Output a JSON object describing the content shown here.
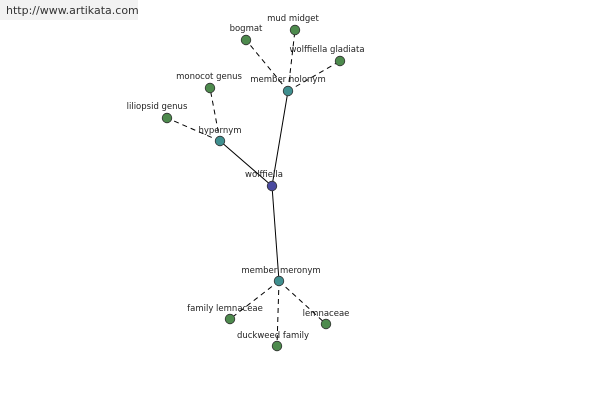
{
  "watermark": "http://www.artikata.com",
  "colors": {
    "root": "#4a4aa0",
    "relation": "#3f8f8f",
    "leaf": "#4d8a4d"
  },
  "nodes": [
    {
      "id": "wolffiella",
      "label": "wolffiella",
      "kind": "root"
    },
    {
      "id": "hypernym",
      "label": "hypernym",
      "kind": "relation"
    },
    {
      "id": "member-holonym",
      "label": "member holonym",
      "kind": "relation"
    },
    {
      "id": "member-meronym",
      "label": "member meronym",
      "kind": "relation"
    },
    {
      "id": "liliopsid-genus",
      "label": "liliopsid genus",
      "kind": "leaf"
    },
    {
      "id": "monocot-genus",
      "label": "monocot genus",
      "kind": "leaf"
    },
    {
      "id": "bogmat",
      "label": "bogmat",
      "kind": "leaf"
    },
    {
      "id": "mud-midget",
      "label": "mud midget",
      "kind": "leaf"
    },
    {
      "id": "wolffiella-gladiata",
      "label": "wolffiella gladiata",
      "kind": "leaf"
    },
    {
      "id": "family-lemnaceae",
      "label": "family lemnaceae",
      "kind": "leaf"
    },
    {
      "id": "duckweed-family",
      "label": "duckweed family",
      "kind": "leaf"
    },
    {
      "id": "lemnaceae",
      "label": "lemnaceae",
      "kind": "leaf"
    }
  ],
  "edges": [
    {
      "from": "wolffiella",
      "to": "hypernym",
      "style": "solid"
    },
    {
      "from": "wolffiella",
      "to": "member-holonym",
      "style": "solid"
    },
    {
      "from": "wolffiella",
      "to": "member-meronym",
      "style": "solid"
    },
    {
      "from": "hypernym",
      "to": "liliopsid-genus",
      "style": "dashed"
    },
    {
      "from": "hypernym",
      "to": "monocot-genus",
      "style": "dashed"
    },
    {
      "from": "member-holonym",
      "to": "bogmat",
      "style": "dashed"
    },
    {
      "from": "member-holonym",
      "to": "mud-midget",
      "style": "dashed"
    },
    {
      "from": "member-holonym",
      "to": "wolffiella-gladiata",
      "style": "dashed"
    },
    {
      "from": "member-meronym",
      "to": "family-lemnaceae",
      "style": "dashed"
    },
    {
      "from": "member-meronym",
      "to": "duckweed-family",
      "style": "dashed"
    },
    {
      "from": "member-meronym",
      "to": "lemnaceae",
      "style": "dashed"
    }
  ]
}
